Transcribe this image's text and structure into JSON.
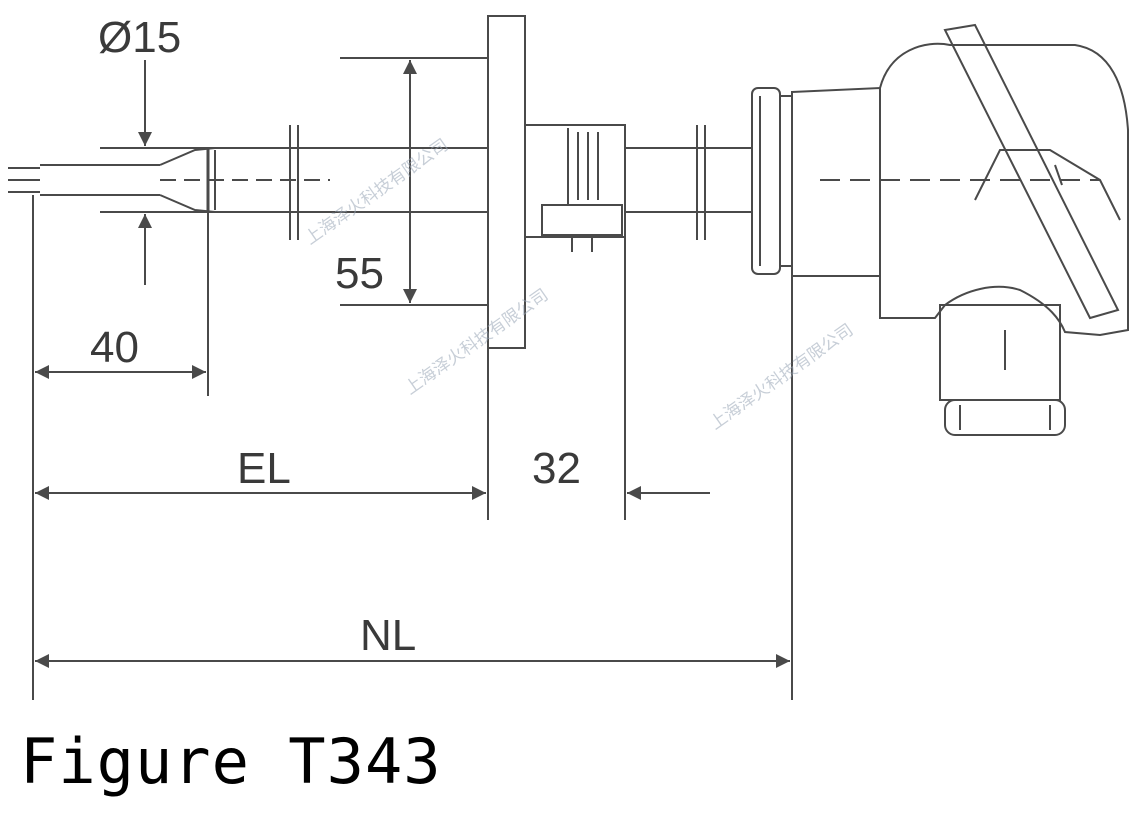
{
  "dimensions": {
    "diameter": "Ø15",
    "flange_height": "55",
    "tip_length": "40",
    "immersion_length": "EL",
    "flange_offset": "32",
    "nominal_length": "NL"
  },
  "watermark": "上海泽火科技有限公司",
  "caption": "Figure T343",
  "colors": {
    "line": "#4a4a4a",
    "caption": "#000000",
    "watermark": "#9aa7b7"
  }
}
